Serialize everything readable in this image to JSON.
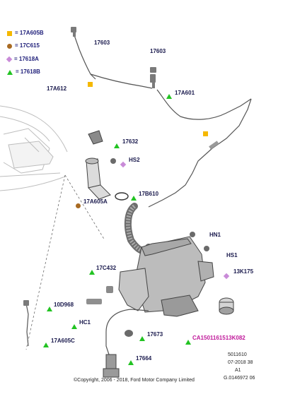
{
  "legend": [
    {
      "symbol": "square-icon",
      "color": "#f5b800",
      "code": "= 17A605B"
    },
    {
      "symbol": "circle-icon",
      "color": "#a86a22",
      "code": "= 17C615"
    },
    {
      "symbol": "diamond-icon",
      "color": "#c98bd8",
      "code": "= 17618A"
    },
    {
      "symbol": "triangle-icon",
      "color": "#22c322",
      "code": "= 17618B"
    }
  ],
  "labels": {
    "p17603_top": "17603",
    "p17603_right": "17603",
    "p17a612": "17A612",
    "p17a601": "17A601",
    "p17632": "17632",
    "phs2": "HS2",
    "p17b610": "17B610",
    "p17a605a": "17A605A",
    "phn1": "HN1",
    "phs1": "HS1",
    "p13k175": "13K175",
    "p17c432": "17C432",
    "p10d968": "10D968",
    "phc1": "HC1",
    "p17673": "17673",
    "pca": "CA1501161513K082",
    "p17a605c": "17A605C",
    "p17664": "17664"
  },
  "footer": {
    "ref1": "5011610",
    "ref2": "07-2018 38",
    "ref3": "A1",
    "ref4": "G.0146972 06",
    "copyright": "©Copyright, 2006 - 2018, Ford Motor Company Limited"
  }
}
